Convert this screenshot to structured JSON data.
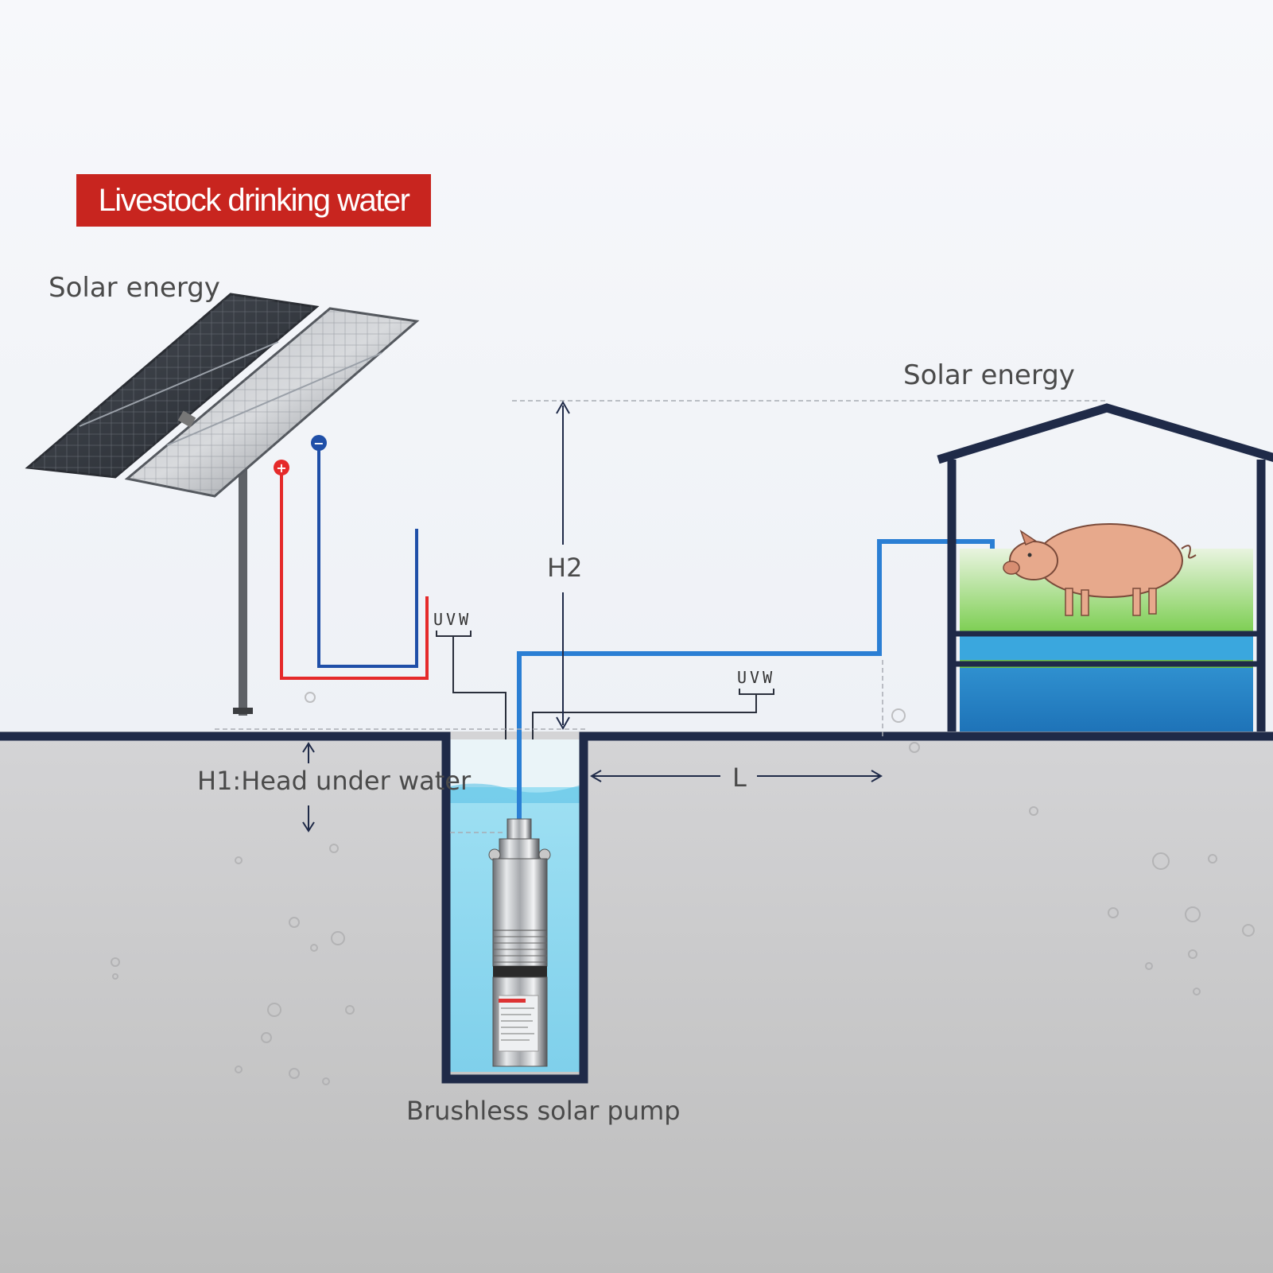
{
  "title": "Livestock drinking water",
  "labels": {
    "solar_left": "Solar energy",
    "solar_right": "Solar energy",
    "h2": "H2",
    "h1": "H1:Head under water",
    "l": "L",
    "pump": "Brushless solar pump",
    "uvw_left": "UVW",
    "uvw_right": "UVW",
    "terminal_plus": "+",
    "terminal_minus": "−"
  },
  "colors": {
    "title_bg": "#c8251f",
    "positive_wire": "#e52a2a",
    "negative_wire": "#1f4fa8",
    "water_pipe": "#2b7fd4",
    "outline": "#1f2a48",
    "ground": "#c6c6c6",
    "well_water": "#7fd3ec",
    "trough_water": "#3aa7de",
    "grass": "#6cc44a",
    "pig": "#e7a98c"
  },
  "icons": [
    "solar-panel-icon",
    "pig-icon",
    "pump-icon",
    "house-icon"
  ]
}
